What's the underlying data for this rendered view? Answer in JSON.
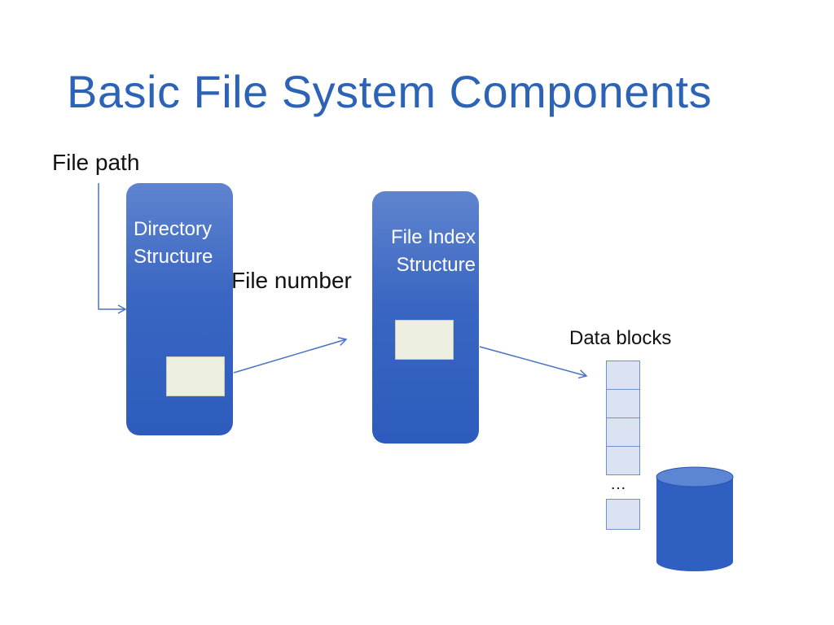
{
  "slide": {
    "title": "Basic File System Components"
  },
  "labels": {
    "file_path": "File path",
    "file_number": "File number",
    "data_blocks": "Data blocks",
    "ellipsis": "…"
  },
  "structures": {
    "directory": {
      "line1": "Directory",
      "line2": "Structure"
    },
    "file_index": {
      "line1": "File Index",
      "line2": "Structure"
    }
  },
  "data_blocks": {
    "stacked_count": 4
  },
  "colors": {
    "title": "#2c63b6",
    "structure_fill": "#3a66c2",
    "entry_box": "#edf0e1",
    "block_fill": "#dbe3f2",
    "arrow": "#4a72c4",
    "disk": "#2f5fc0"
  },
  "icons": {
    "disk": "cylinder-disk-icon"
  }
}
